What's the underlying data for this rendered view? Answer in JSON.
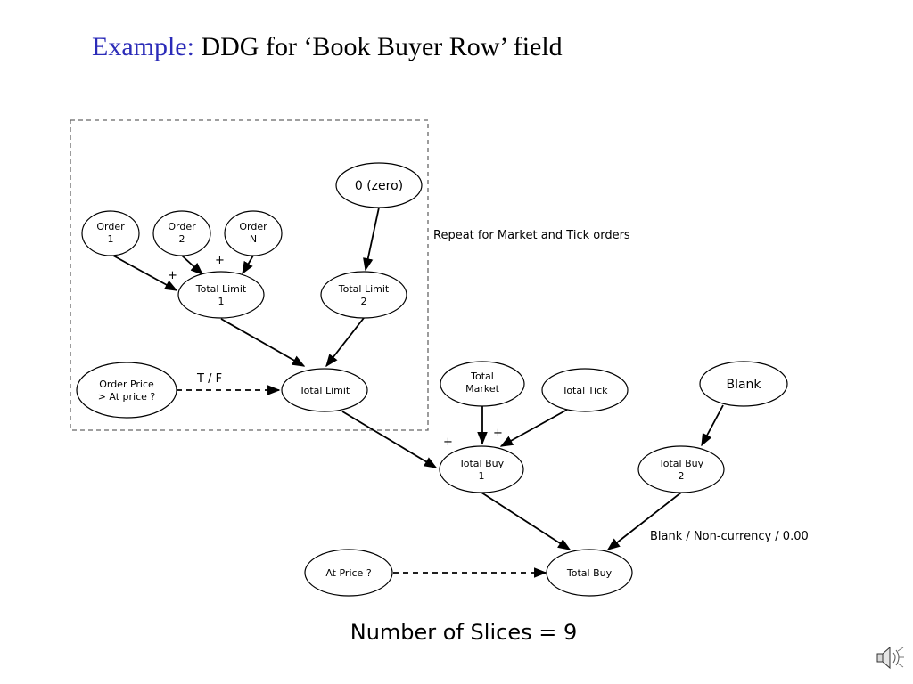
{
  "title": {
    "lead": "Example:",
    "rest": "DDG for ‘Book Buyer Row’ field"
  },
  "nodes": {
    "zero": [
      "0 (zero)"
    ],
    "order1": [
      "Order",
      "1"
    ],
    "order2": [
      "Order",
      "2"
    ],
    "orderN": [
      "Order",
      "N"
    ],
    "total_limit_1": [
      "Total Limit",
      "1"
    ],
    "total_limit_2": [
      "Total Limit",
      "2"
    ],
    "order_price": [
      "Order Price",
      "> At price ?"
    ],
    "total_limit": [
      "Total Limit"
    ],
    "total_market": [
      "Total",
      "Market"
    ],
    "total_tick": [
      "Total Tick"
    ],
    "blank": [
      "Blank"
    ],
    "total_buy_1": [
      "Total Buy",
      "1"
    ],
    "total_buy_2": [
      "Total Buy",
      "2"
    ],
    "at_price": [
      "At Price ?"
    ],
    "total_buy": [
      "Total Buy"
    ]
  },
  "annotations": {
    "repeat_note": "Repeat for Market and Tick orders",
    "tf_label": "T / F",
    "currency_note": "Blank / Non-currency / 0.00",
    "plus": "+"
  },
  "footer": "Number of Slices = 9",
  "icons": {
    "speaker": "speaker-icon"
  }
}
